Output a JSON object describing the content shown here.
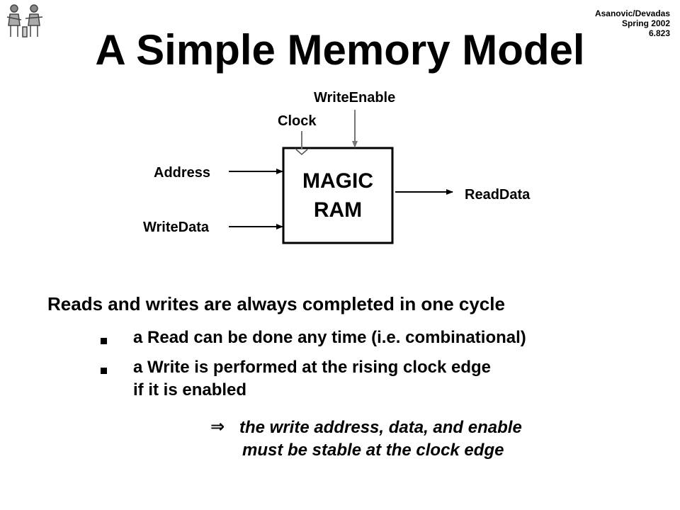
{
  "header": {
    "authors": "Asanovic/Devadas",
    "term": "Spring 2002",
    "course": "6.823"
  },
  "title": "A Simple Memory Model",
  "diagram": {
    "block_line1": "MAGIC",
    "block_line2": "RAM",
    "inputs": {
      "address": "Address",
      "write_data": "WriteData",
      "clock": "Clock",
      "write_enable": "WriteEnable"
    },
    "outputs": {
      "read_data": "ReadData"
    }
  },
  "body": {
    "main_point": "Reads and writes are always completed in one cycle",
    "bullets": [
      {
        "lines": [
          "a Read can be done any time (i.e. combinational)"
        ]
      },
      {
        "lines": [
          "a Write is performed at the rising clock edge",
          "if it is enabled"
        ]
      }
    ],
    "implies_symbol": "⇒",
    "conclusion": {
      "line1": "the write address, data, and enable",
      "line2": "must be stable at the clock edge"
    }
  }
}
